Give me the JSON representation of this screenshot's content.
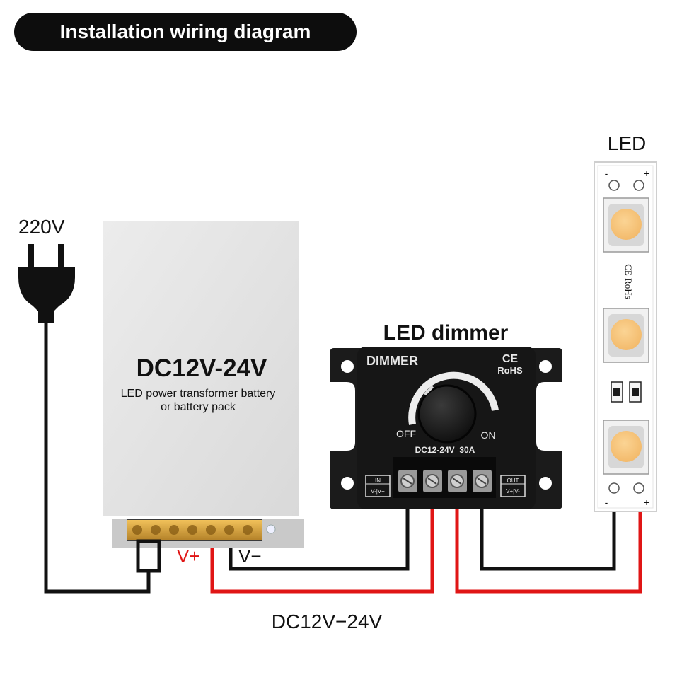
{
  "title": "Installation wiring diagram",
  "labels": {
    "mains_voltage": "220V",
    "psu_main": "DC12V-24V",
    "psu_sub_line1": "LED power transformer battery",
    "psu_sub_line2": "or battery pack",
    "psu_vplus": "V+",
    "psu_vminus": "V−",
    "dimmer_title": "LED dimmer",
    "dimmer_brand": "DIMMER",
    "dimmer_ce": "CE",
    "dimmer_rohs": "RoHS",
    "dimmer_off": "OFF",
    "dimmer_on": "ON",
    "dimmer_rating": "DC12-24V  30A",
    "dimmer_in": "IN",
    "dimmer_in_terms": "V-|V+",
    "dimmer_out": "OUT",
    "dimmer_out_terms": "V+|V-",
    "led_title": "LED",
    "led_minus_top": "-",
    "led_plus_top": "+",
    "led_minus_bottom": "-",
    "led_plus_bottom": "+",
    "led_marking": "CE RoHs",
    "bottom_voltage": "DC12V−24V"
  },
  "colors": {
    "wire_black": "#111111",
    "wire_red": "#e01515",
    "vplus_label": "#e01515",
    "psu_body": "#e6e6e6",
    "dimmer_body": "#1b1b1b",
    "led_chip": "#f6c07a"
  }
}
